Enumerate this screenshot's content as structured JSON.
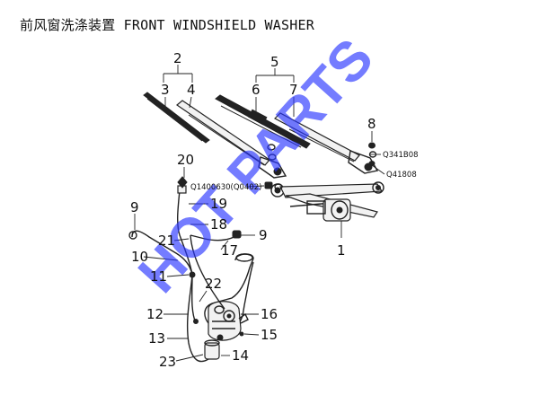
{
  "title": "前风窗洗涤装置 FRONT WINDSHIELD WASHER",
  "watermark": "HOT PARTS",
  "colors": {
    "watermark": "#2a35ff",
    "lines": "#222222"
  },
  "callouts": {
    "n1": "1",
    "n2": "2",
    "n3": "3",
    "n4": "4",
    "n5": "5",
    "n6": "6",
    "n7": "7",
    "n8": "8",
    "n9a": "9",
    "n9b": "9",
    "n10": "10",
    "n11": "11",
    "n12": "12",
    "n13": "13",
    "n14": "14",
    "n15": "15",
    "n16": "16",
    "n17": "17",
    "n18": "18",
    "n19": "19",
    "n20": "20",
    "n21": "21",
    "n22": "22",
    "n23": "23"
  },
  "codes": {
    "c1": "Q1400630(Q0402)",
    "c2": "Q341B08",
    "c3": "Q41808"
  }
}
